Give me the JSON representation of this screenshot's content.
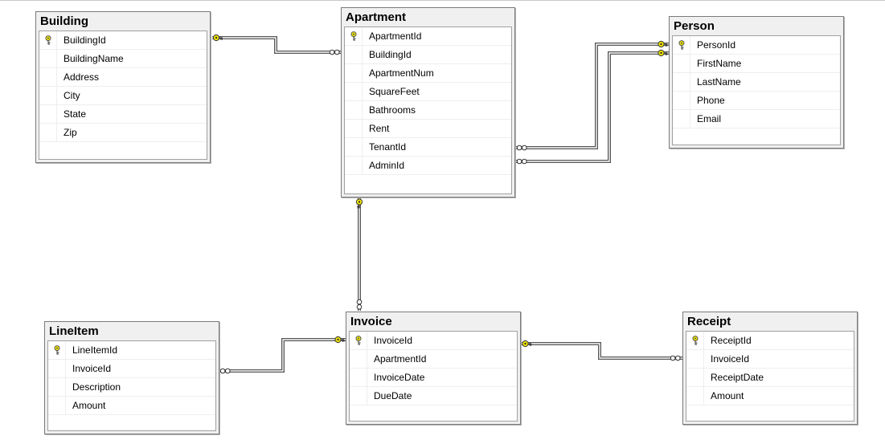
{
  "tables": {
    "building": {
      "title": "Building",
      "columns": [
        "BuildingId",
        "BuildingName",
        "Address",
        "City",
        "State",
        "Zip"
      ]
    },
    "apartment": {
      "title": "Apartment",
      "columns": [
        "ApartmentId",
        "BuildingId",
        "ApartmentNum",
        "SquareFeet",
        "Bathrooms",
        "Rent",
        "TenantId",
        "AdminId"
      ]
    },
    "person": {
      "title": "Person",
      "columns": [
        "PersonId",
        "FirstName",
        "LastName",
        "Phone",
        "Email"
      ]
    },
    "lineitem": {
      "title": "LineItem",
      "columns": [
        "LineItemId",
        "InvoiceId",
        "Description",
        "Amount"
      ]
    },
    "invoice": {
      "title": "Invoice",
      "columns": [
        "InvoiceId",
        "ApartmentId",
        "InvoiceDate",
        "DueDate"
      ]
    },
    "receipt": {
      "title": "Receipt",
      "columns": [
        "ReceiptId",
        "InvoiceId",
        "ReceiptDate",
        "Amount"
      ]
    }
  },
  "icons": {
    "primary_key": "key-icon",
    "relationship_one_end": "key-icon",
    "relationship_many_end": "infinity-icon"
  },
  "colors": {
    "key": "#f2e600",
    "connector": "#555555",
    "table_header": "#f0f0f0"
  }
}
